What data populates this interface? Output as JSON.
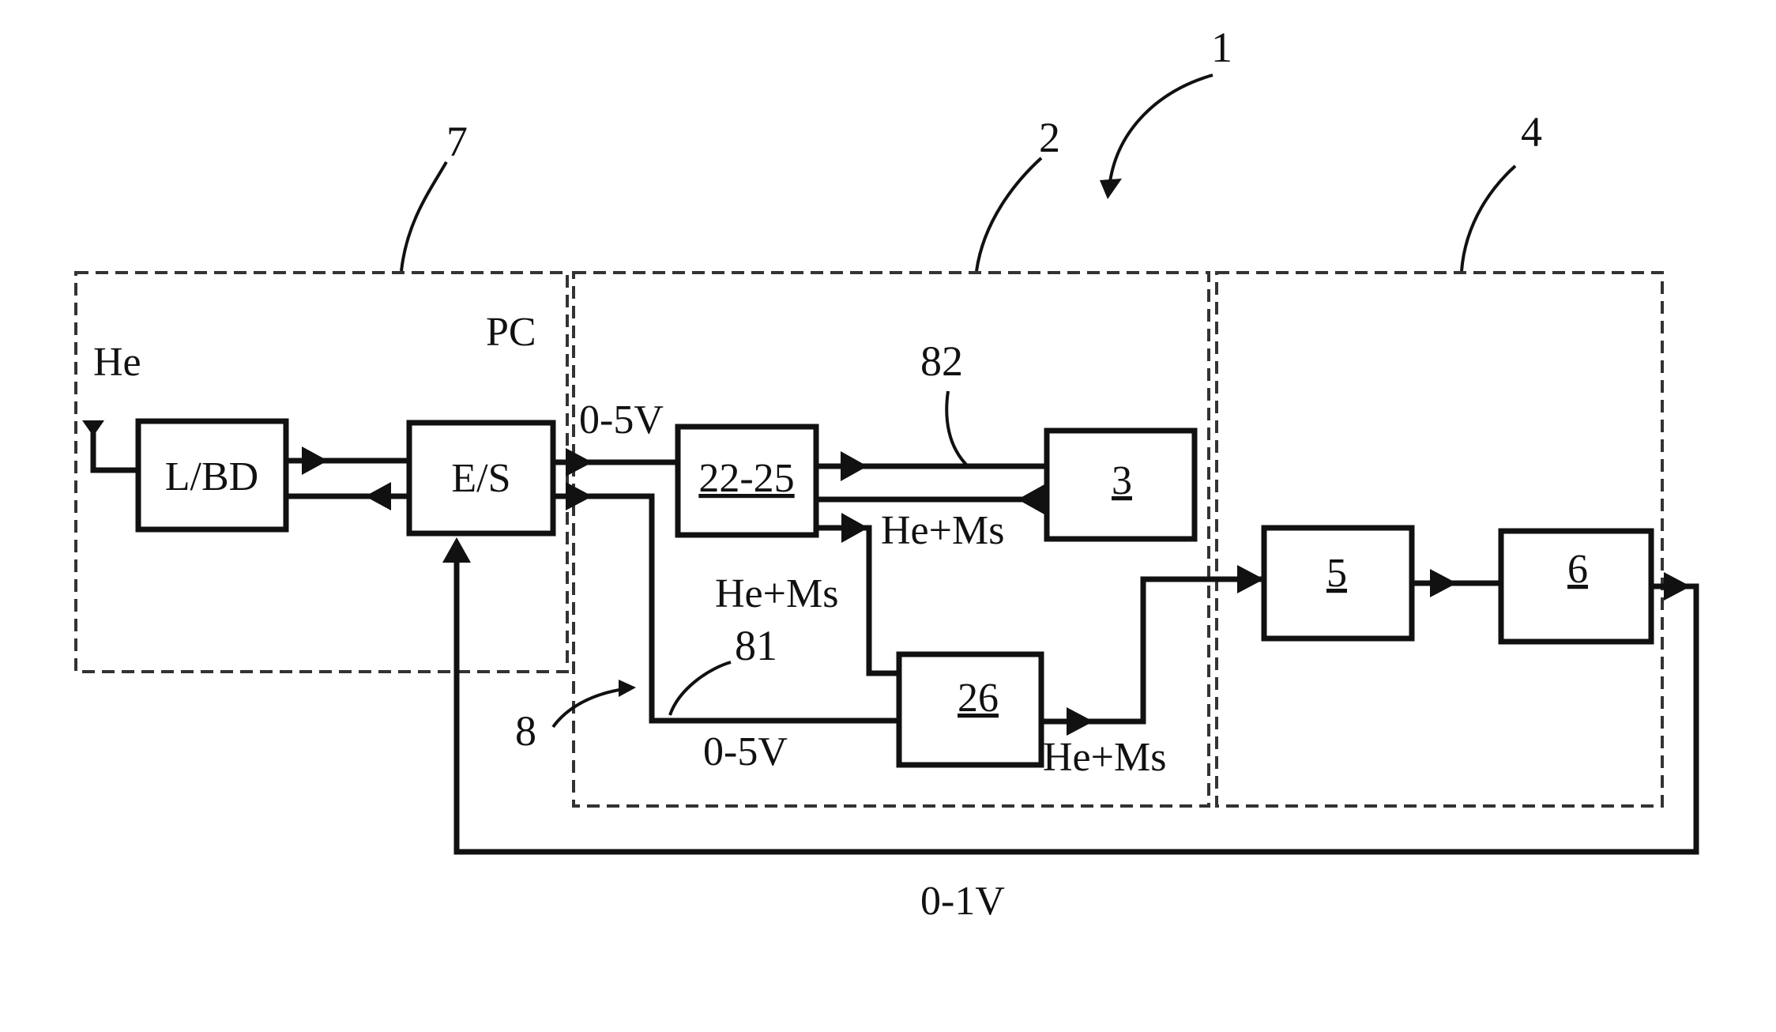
{
  "figure": {
    "ref_1": "1",
    "ref_2": "2",
    "ref_4": "4",
    "ref_7": "7",
    "ref_8": "8",
    "ref_81": "81",
    "ref_82": "82"
  },
  "blocks": {
    "lbd": "L/BD",
    "es": "E/S",
    "b2225": "22-25",
    "b3": "3",
    "b26": "26",
    "b5": "5",
    "b6": "6"
  },
  "labels": {
    "pc": "PC",
    "he": "He",
    "v05_top": "0-5V",
    "v05_bottom": "0-5V",
    "hems_3": "He+Ms",
    "hems_mid": "He+Ms",
    "hems_26": "He+Ms",
    "v01": "0-1V"
  },
  "colors": {
    "line": "#111111",
    "background": "#ffffff"
  }
}
